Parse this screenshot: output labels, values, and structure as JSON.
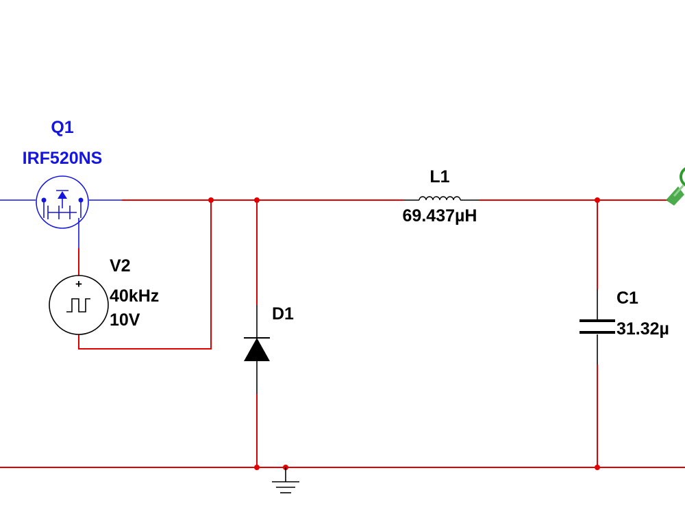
{
  "components": {
    "q1": {
      "ref": "Q1",
      "value": "IRF520NS"
    },
    "v2": {
      "ref": "V2",
      "frequency": "40kHz",
      "amplitude": "10V",
      "polarity": "+"
    },
    "d1": {
      "ref": "D1"
    },
    "l1": {
      "ref": "L1",
      "value": "69.437µH"
    },
    "c1": {
      "ref": "C1",
      "value": "31.32µ"
    }
  },
  "colors": {
    "wire": "#e00000",
    "transistor": "#1515e0",
    "symbol": "#000000",
    "probe": "#2e9b2e",
    "background": "#ffffff"
  },
  "icons": {
    "transistor": "mosfet-icon",
    "source": "pulse-source-icon",
    "diode": "diode-icon",
    "inductor": "inductor-icon",
    "capacitor": "capacitor-icon",
    "ground": "ground-icon",
    "probe": "probe-icon"
  }
}
